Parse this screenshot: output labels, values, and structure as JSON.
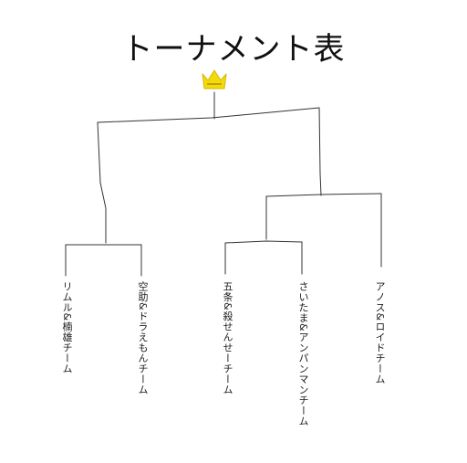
{
  "title": "トーナメント表",
  "crown_icon": "crown-icon",
  "crown_color": "#f5d90a",
  "line_color": "#333333",
  "teams": [
    {
      "name": "リムル&楠雄チーム"
    },
    {
      "name": "空助&ドラえもんチーム"
    },
    {
      "name": "五条&殺せんせーチーム"
    },
    {
      "name": "さいたま&アンパンマンチーム"
    },
    {
      "name": "アノス&ロイドチーム"
    }
  ]
}
